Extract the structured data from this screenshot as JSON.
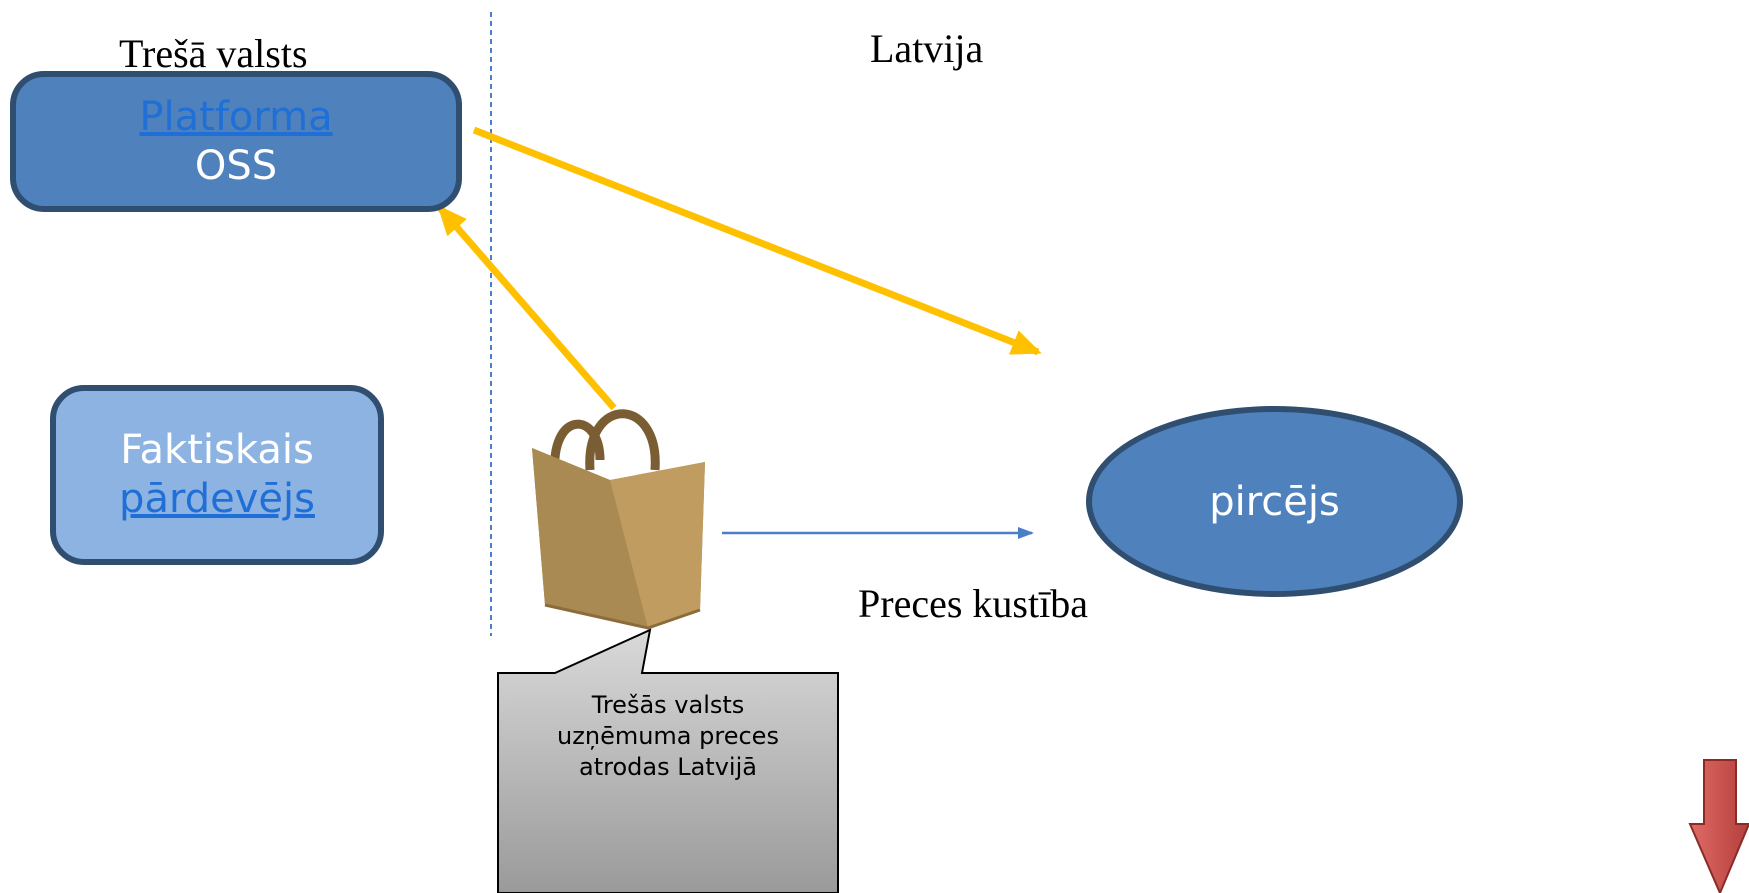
{
  "regions": {
    "third_country": "Trešā valsts",
    "latvia": "Latvija"
  },
  "platform": {
    "link_text": "Platforma",
    "subtitle": "OSS"
  },
  "seller": {
    "line1": "Faktiskais",
    "link_text": "pārdevējs"
  },
  "buyer": {
    "label": "pircējs"
  },
  "goods_movement": {
    "label": "Preces kustība"
  },
  "callout": {
    "line1": "Trešās valsts",
    "line2": "uzņēmuma preces",
    "line3": "atrodas Latvijā"
  },
  "icons": [
    "shopping-bag-icon",
    "down-arrow-icon"
  ],
  "colors": {
    "platform_fill": "#4f81bd",
    "seller_fill": "#8db3e2",
    "buyer_fill": "#4f81bd",
    "flow_arrow": "#ffc000",
    "goods_arrow": "#4a7ec9",
    "divider": "#4a7ec9",
    "nav_arrow": "#c0504d"
  }
}
